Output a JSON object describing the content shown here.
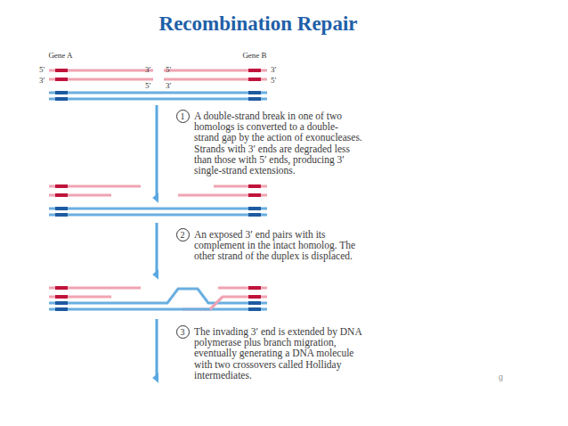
{
  "diagram": {
    "title": "Recombination Repair",
    "nodes": [
      {
        "text": [
          "1"
        ]
      },
      {
        "text": [
          "2"
        ]
      },
      {
        "text": [
          "3"
        ]
      }
    ],
    "labels": [
      "Gene A",
      "Gene B",
      "5′",
      "3′",
      "3′",
      "5′",
      "5′",
      "3′",
      "3′",
      "5′",
      "A double-strand break in one of two homologs is converted to a double-strand gap by the action of exonucleases. Strands with 3′ ends are degraded less than those with 5′ ends, producing 3′ single-strand extensions.",
      "An exposed 3′ end pairs with its complement in the intact homolog. The other strand of the duplex is displaced.",
      "The invading 3′ end is extended by DNA polymerase plus branch migration, eventually generating a DNA molecule with two crossovers called Holliday intermediates.",
      "g"
    ]
  }
}
